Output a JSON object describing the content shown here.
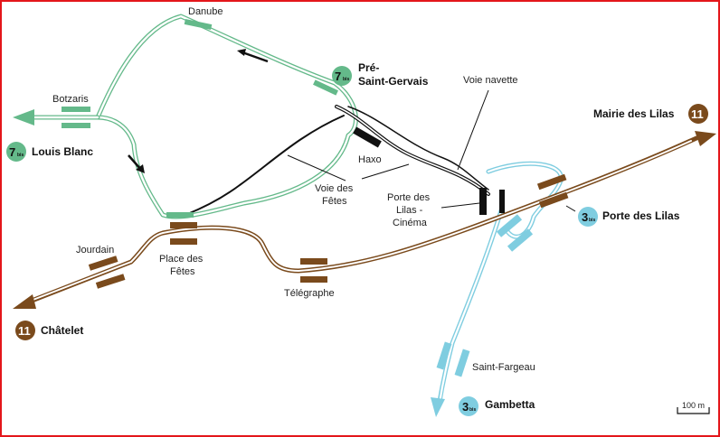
{
  "colors": {
    "line7bis": "#64b98a",
    "line11": "#7a4a1c",
    "line3bis": "#7fcde0",
    "service": "#111111",
    "frame": "#e4161b"
  },
  "stations": {
    "danube": "Danube",
    "botzaris": "Botzaris",
    "pre_saint_gervais_1": "Pré-",
    "pre_saint_gervais_2": "Saint-Gervais",
    "jourdain": "Jourdain",
    "place_des_fetes_1": "Place des",
    "place_des_fetes_2": "Fêtes",
    "telegraphe": "Télégraphe",
    "porte_des_lilas": "Porte des Lilas",
    "porte_des_lilas_cinema_1": "Porte des",
    "porte_des_lilas_cinema_2": "Lilas -",
    "porte_des_lilas_cinema_3": "Cinéma",
    "haxo": "Haxo",
    "saint_fargeau": "Saint-Fargeau"
  },
  "termini": {
    "louis_blanc": "Louis Blanc",
    "mairie_des_lilas": "Mairie des Lilas",
    "chatelet": "Châtelet",
    "gambetta": "Gambetta"
  },
  "annotations": {
    "voie_navette": "Voie navette",
    "voie_des_fetes_1": "Voie des",
    "voie_des_fetes_2": "Fêtes"
  },
  "badges": {
    "line7bis_num": "7",
    "line7bis_sup": "bis",
    "line11_num": "11",
    "line3bis_num": "3",
    "line3bis_sup": "bis"
  },
  "scale": {
    "label": "100 m"
  }
}
